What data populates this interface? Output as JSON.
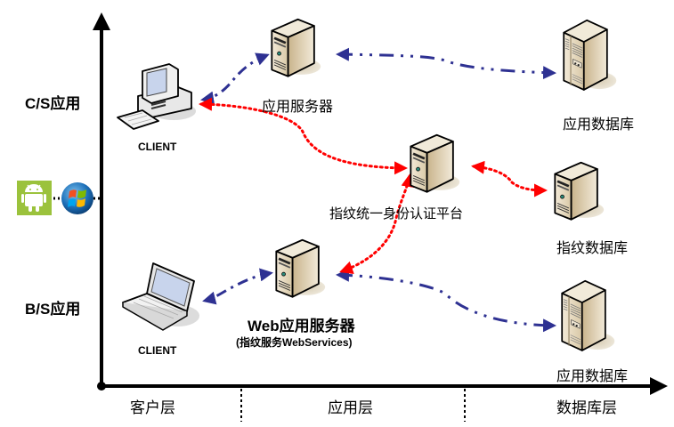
{
  "diagram": {
    "rows": {
      "cs": "C/S应用",
      "bs": "B/S应用"
    },
    "tiers": [
      {
        "label": "客户层"
      },
      {
        "label": "应用层"
      },
      {
        "label": "数据库层"
      }
    ],
    "nodes": {
      "client_desktop": {
        "label": "CLIENT",
        "icon": "desktop-computer-icon"
      },
      "client_laptop": {
        "label": "CLIENT",
        "icon": "laptop-icon"
      },
      "app_server": {
        "label": "应用服务器",
        "icon": "tower-server-icon"
      },
      "auth_platform": {
        "label": "指纹统一身份认证平台",
        "icon": "tower-server-icon"
      },
      "web_server": {
        "label": "Web应用服务器",
        "sublabel": "(指纹服务WebServices)",
        "icon": "tower-server-icon"
      },
      "app_db_top": {
        "label": "应用数据库",
        "icon": "database-server-icon"
      },
      "fingerprint_db": {
        "label": "指纹数据库",
        "icon": "tower-server-icon"
      },
      "app_db_bottom": {
        "label": "应用数据库",
        "icon": "database-server-icon"
      }
    },
    "platforms": [
      {
        "name": "android",
        "icon": "android-icon"
      },
      {
        "name": "windows",
        "icon": "windows-icon"
      }
    ],
    "connections": [
      {
        "from": "app_server",
        "to": "client_desktop",
        "style": "dash-dot",
        "color": "#2E3192"
      },
      {
        "from": "app_server",
        "to": "app_db_top",
        "style": "dash-dot",
        "color": "#2E3192",
        "bidirectional": true
      },
      {
        "from": "client_desktop",
        "to": "auth_platform",
        "style": "dotted",
        "color": "#FF0000",
        "bidirectional": true
      },
      {
        "from": "auth_platform",
        "to": "fingerprint_db",
        "style": "dotted",
        "color": "#FF0000",
        "bidirectional": true
      },
      {
        "from": "web_server",
        "to": "auth_platform",
        "style": "dotted",
        "color": "#FF0000",
        "bidirectional": true
      },
      {
        "from": "web_server",
        "to": "client_laptop",
        "style": "dash-dot",
        "color": "#2E3192",
        "bidirectional": true
      },
      {
        "from": "web_server",
        "to": "app_db_bottom",
        "style": "dash-dot",
        "color": "#2E3192",
        "bidirectional": true
      }
    ],
    "colors": {
      "blue_link": "#2E3192",
      "red_link": "#FF0000",
      "server_body": "#E8DCC4",
      "android_green": "#9BC23C"
    }
  }
}
